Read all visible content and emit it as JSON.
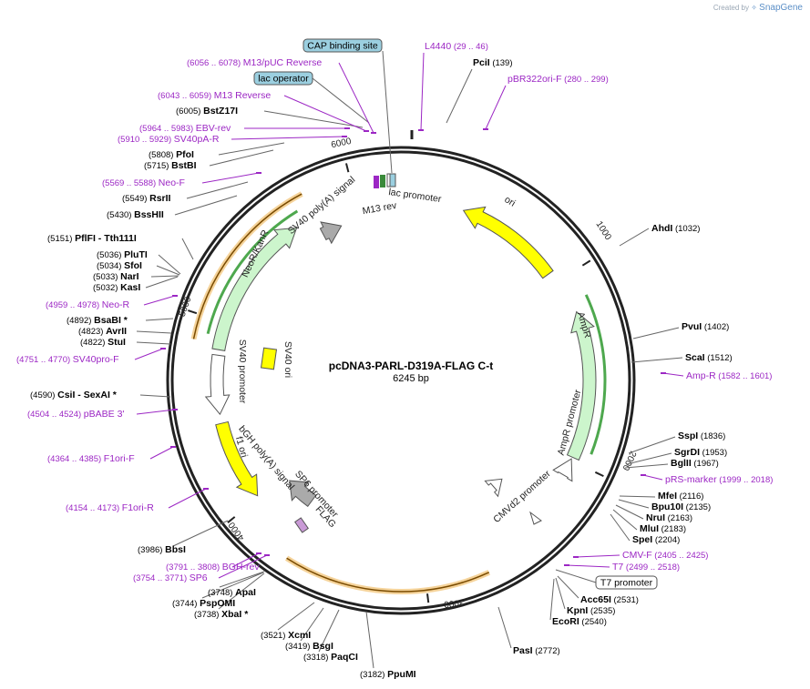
{
  "credit": {
    "prefix": "Created by",
    "brand": "SnapGene"
  },
  "plasmid": {
    "name": "pcDNA3-PARL-D319A-FLAG C-t",
    "size": "6245 bp",
    "length": 6245
  },
  "ticks": [
    "1000",
    "2000",
    "3000",
    "4000",
    "5000",
    "6000"
  ],
  "colors": {
    "primer": "#9c27c4",
    "ori": "#ffff00",
    "marker": "#ccf5cc",
    "promoter": "#ffffff",
    "orf": "#f5c26b",
    "rbs": "#9bcfe0"
  },
  "sites": [
    {
      "name": "PciI",
      "pos": "(139)"
    },
    {
      "name": "AhdI",
      "pos": "(1032)"
    },
    {
      "name": "PvuI",
      "pos": "(1402)"
    },
    {
      "name": "ScaI",
      "pos": "(1512)"
    },
    {
      "name": "SspI",
      "pos": "(1836)"
    },
    {
      "name": "SgrDI",
      "pos": "(1953)"
    },
    {
      "name": "BglII",
      "pos": "(1967)"
    },
    {
      "name": "MfeI",
      "pos": "(2116)"
    },
    {
      "name": "Bpu10I",
      "pos": "(2135)"
    },
    {
      "name": "NruI",
      "pos": "(2163)"
    },
    {
      "name": "MluI",
      "pos": "(2183)"
    },
    {
      "name": "SpeI",
      "pos": "(2204)"
    },
    {
      "name": "Acc65I",
      "pos": "(2531)"
    },
    {
      "name": "KpnI",
      "pos": "(2535)"
    },
    {
      "name": "EcoRI",
      "pos": "(2540)"
    },
    {
      "name": "PasI",
      "pos": "(2772)"
    },
    {
      "name": "PpuMI",
      "pos": "(3182)"
    },
    {
      "name": "PaqCI",
      "pos": "(3318)"
    },
    {
      "name": "BsgI",
      "pos": "(3419)"
    },
    {
      "name": "XcmI",
      "pos": "(3521)"
    },
    {
      "name": "XbaI *",
      "pos": "(3738)"
    },
    {
      "name": "PspOMI",
      "pos": "(3744)"
    },
    {
      "name": "ApaI",
      "pos": "(3748)"
    },
    {
      "name": "BbsI",
      "pos": "(3986)"
    },
    {
      "name": "CsiI  - SexAI *",
      "pos": "(4590)"
    },
    {
      "name": "StuI",
      "pos": "(4822)"
    },
    {
      "name": "AvrII",
      "pos": "(4823)"
    },
    {
      "name": "BsaBI *",
      "pos": "(4892)"
    },
    {
      "name": "KasI",
      "pos": "(5032)"
    },
    {
      "name": "NarI",
      "pos": "(5033)"
    },
    {
      "name": "SfoI",
      "pos": "(5034)"
    },
    {
      "name": "PluTI",
      "pos": "(5036)"
    },
    {
      "name": "PflFI  - Tth111I",
      "pos": "(5151)"
    },
    {
      "name": "BssHII",
      "pos": "(5430)"
    },
    {
      "name": "RsrII",
      "pos": "(5549)"
    },
    {
      "name": "BstBI",
      "pos": "(5715)"
    },
    {
      "name": "PfoI",
      "pos": "(5808)"
    },
    {
      "name": "BstZ17I",
      "pos": "(6005)"
    }
  ],
  "primers": [
    {
      "name": "L4440",
      "pos": "(29 .. 46)"
    },
    {
      "name": "pBR322ori-F",
      "pos": "(280 .. 299)"
    },
    {
      "name": "Amp-R",
      "pos": "(1582 .. 1601)"
    },
    {
      "name": "pRS-marker",
      "pos": "(1999 .. 2018)"
    },
    {
      "name": "CMV-F",
      "pos": "(2405 .. 2425)"
    },
    {
      "name": "T7",
      "pos": "(2499 .. 2518)"
    },
    {
      "name": "BGH-rev",
      "pos": "(3791 .. 3808)"
    },
    {
      "name": "SP6",
      "pos": "(3754 .. 3771)"
    },
    {
      "name": "F1ori-R",
      "pos": "(4154 .. 4173)"
    },
    {
      "name": "F1ori-F",
      "pos": "(4364 .. 4385)"
    },
    {
      "name": "pBABE 3'",
      "pos": "(4504 .. 4524)"
    },
    {
      "name": "SV40pro-F",
      "pos": "(4751 .. 4770)"
    },
    {
      "name": "Neo-R",
      "pos": "(4959 .. 4978)"
    },
    {
      "name": "Neo-F",
      "pos": "(5569 .. 5588)"
    },
    {
      "name": "SV40pA-R",
      "pos": "(5910 .. 5929)"
    },
    {
      "name": "EBV-rev",
      "pos": "(5964 .. 5983)"
    },
    {
      "name": "M13 Reverse",
      "pos": "(6043 .. 6059)"
    },
    {
      "name": "M13/pUC Reverse",
      "pos": "(6056 .. 6078)"
    }
  ],
  "boxed_labels": [
    "CAP binding site",
    "lac operator",
    "T7 promoter"
  ],
  "features": [
    "ori",
    "AmpR",
    "AmpR promoter",
    "CMVd2 promoter",
    "bGH poly(A) signal",
    "SP6 promoter",
    "FLAG",
    "f1 ori",
    "SV40 promoter",
    "SV40 ori",
    "NeoR/KanR",
    "SV40 poly(A) signal",
    "lac promoter",
    "M13 rev"
  ]
}
